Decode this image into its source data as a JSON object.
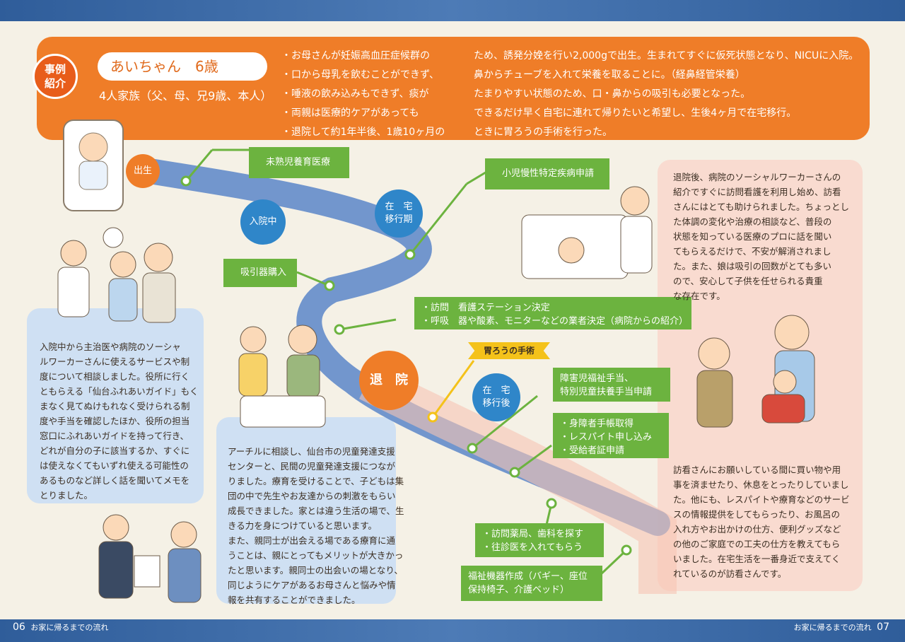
{
  "header": {
    "case_badge": "事例\n紹介",
    "case_badge_line1": "事例",
    "case_badge_line2": "紹介",
    "name": "あいちゃん　6歳",
    "family": "4人家族（父、母、兄9歳、本人）",
    "col1": [
      "・お母さんが妊娠高血圧症候群の",
      "・口から母乳を飲むことができず、",
      "・唾液の飲み込みもできず、痰が",
      "・両親は医療的ケアがあっても",
      "・退院して約1年半後、1歳10ヶ月の"
    ],
    "col2": [
      "ため、誘発分娩を行い2,000gで出生。生まれてすぐに仮死状態となり、NICUに入院。",
      "鼻からチューブを入れて栄養を取ることに。（経鼻経管栄養）",
      "たまりやすい状態のため、口・鼻からの吸引も必要となった。",
      "できるだけ早く自宅に連れて帰りたいと希望し、生後4ヶ月で在宅移行。",
      "ときに胃ろうの手術を行った。"
    ]
  },
  "stages": {
    "birth": "出生",
    "hospital": "入院中",
    "transition": "在　宅\n移行期",
    "transition_l1": "在　宅",
    "transition_l2": "移行期",
    "discharge": "退　院",
    "after_l1": "在　宅",
    "after_l2": "移行後",
    "stomach": "胃ろうの手術"
  },
  "events": {
    "nicu": [
      "未熟児養育医療"
    ],
    "chronic": [
      "小児慢性特定疾病申請"
    ],
    "suction": [
      "吸引器購入"
    ],
    "visit": [
      "・訪問　看護ステーション決定",
      "・呼吸　器や酸素、モニターなどの業者決定（病院からの紹介）"
    ],
    "welfare": [
      "障害児福祉手当、",
      "特別児童扶養手当申請"
    ],
    "handbook": [
      "・身障者手帳取得",
      "・レスパイト申し込み",
      "・受給者証申請"
    ],
    "pharmacy": [
      "・訪問薬局、歯科を探す",
      "・往診医を入れてもらう"
    ],
    "equipment": [
      "福祉機器作成（バギー、座位",
      "保持椅子、介護ベッド）"
    ]
  },
  "panels": {
    "right_top": [
      "退院後、病院のソーシャルワーカーさんの",
      "紹介ですぐに訪問看護を利用し始め、訪看",
      "さんにはとても助けられました。ちょっとし",
      "た体調の変化や治療の相談など、普段の",
      "状態を知っている医療のプロに話を聞い",
      "てもらえるだけで、不安が解消されまし",
      "た。また、娘は吸引の回数がとても多い",
      "ので、安心して子供を任せられる貴重",
      "な存在です。"
    ],
    "right_bottom": [
      "訪看さんにお願いしている間に買い物や用",
      "事を済ませたり、休息をとったりしていまし",
      "た。他にも、レスパイトや療育などのサービ",
      "スの情報提供をしてもらったり、お風呂の",
      "入れ方やお出かけの仕方、便利グッズなど",
      "の他のご家庭での工夫の仕方を教えてもら",
      "いました。在宅生活を一番身近で支えてく",
      "れているのが訪看さんです。"
    ],
    "left": [
      "入院中から主治医や病院のソーシャ",
      "ルワーカーさんに使えるサービスや制",
      "度について相談しました。役所に行く",
      "ともらえる「仙台ふれあいガイド」もく",
      "まなく見てぬけもれなく受けられる制",
      "度や手当を確認したほか、役所の担当",
      "窓口にふれあいガイドを持って行き、",
      "どれが自分の子に該当するか、すぐに",
      "は使えなくてもいずれ使える可能性の",
      "あるものなど詳しく話を聞いてメモを",
      "とりました。"
    ],
    "middle": [
      "アーチルに相談し、仙台市の児童発達支援",
      "センターと、民間の児童発達支援につなが",
      "りました。療育を受けることで、子どもは集",
      "団の中で先生やお友達からの刺激をもらい",
      "成長できました。家とは違う生活の場で、生",
      "きる力を身につけていると思います。",
      "また、親同士が出会える場である療育に通",
      "うことは、親にとってもメリットが大きかっ",
      "たと思います。親同士の出会いの場となり、",
      "同じようにケアがあるお母さんと悩みや情",
      "報を共有することができました。"
    ]
  },
  "footer": {
    "left_num": "06",
    "left_text": "お家に帰るまでの流れ",
    "right_text": "お家に帰るまでの流れ",
    "right_num": "07"
  },
  "colors": {
    "orange": "#ef7d28",
    "green": "#6cb33f",
    "blue": "#2f86c9",
    "route": "#4f7fc4",
    "pink": "#f9d9cf",
    "lightblue": "#cfe0f3"
  }
}
